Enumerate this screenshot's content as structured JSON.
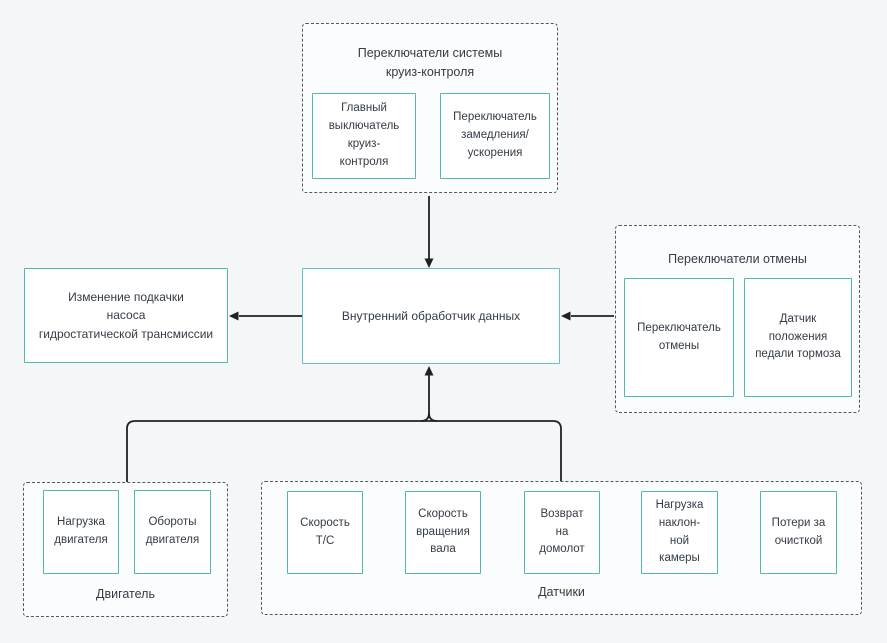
{
  "colors": {
    "background": "#f5f6f8",
    "node_border": "#53b7b1",
    "processor_border": "#68bfc4",
    "group_border": "#54585e",
    "connector": "#202124",
    "text": "#333b44"
  },
  "groups": {
    "cruise": {
      "title": "Переключатели системы\nкруиз-контроля"
    },
    "cancel": {
      "title": "Переключатели отмены"
    },
    "engine": {
      "title": "Двигатель"
    },
    "sensors": {
      "title": "Датчики"
    }
  },
  "nodes": {
    "main_switch": {
      "label": "Главный\nвыключатель\nкруиз-\nконтроля"
    },
    "decel_switch": {
      "label": "Переключатель\nзамедления/\nускорения"
    },
    "processor": {
      "label": "Внутренний обработчик данных"
    },
    "pump_change": {
      "label": "Изменение подкачки\nнасоса\nгидростатической трансмиссии"
    },
    "cancel_switch": {
      "label": "Переключатель\nотмены"
    },
    "brake_pedal_sensor": {
      "label": "Датчик\nположения\nпедали тормоза"
    },
    "engine_load": {
      "label": "Нагрузка\nдвигателя"
    },
    "engine_rpm": {
      "label": "Обороты\nдвигателя"
    },
    "vehicle_speed": {
      "label": "Скорость\nТ/С"
    },
    "shaft_speed": {
      "label": "Скорость\nвращения\nвала"
    },
    "rethreshing_return": {
      "label": "Возврат\nна\nдомолот"
    },
    "feeder_house_load": {
      "label": "Нагрузка\nнаклон-\nной\nкамеры"
    },
    "cleaning_loss": {
      "label": "Потери за\nочисткой"
    }
  },
  "edges": [
    {
      "from": "cruise",
      "to": "processor",
      "arrow": "into processor top"
    },
    {
      "from": "processor",
      "to": "pump_change",
      "arrow": "into pump_change right side"
    },
    {
      "from": "cancel",
      "to": "processor",
      "arrow": "into processor right side"
    },
    {
      "from": "engine",
      "to": "processor",
      "arrow": "into processor bottom"
    },
    {
      "from": "sensors",
      "to": "processor",
      "arrow": "into processor bottom"
    }
  ]
}
